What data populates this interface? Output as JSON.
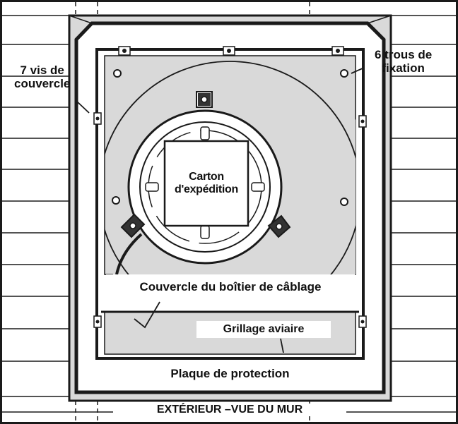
{
  "labels": {
    "cover_screws": [
      "7 vis de",
      "couvercle"
    ],
    "mounting_holes": [
      "6 trous de",
      "fixation"
    ],
    "shipping_carton": [
      "Carton",
      "d'expédition"
    ],
    "wiring_box_cover": "Couvercle du boîtier de câblage",
    "bird_screen": "Grillage aviaire",
    "protection_plate": "Plaque de protection",
    "exterior_view": "EXTÉRIEUR –VUE DU MUR"
  },
  "colors": {
    "line": "#1a1a1a",
    "panel_fill": "#d9d9d9",
    "background": "#ffffff"
  },
  "icons": [
    "screw-icon",
    "mounting-hole-icon"
  ]
}
